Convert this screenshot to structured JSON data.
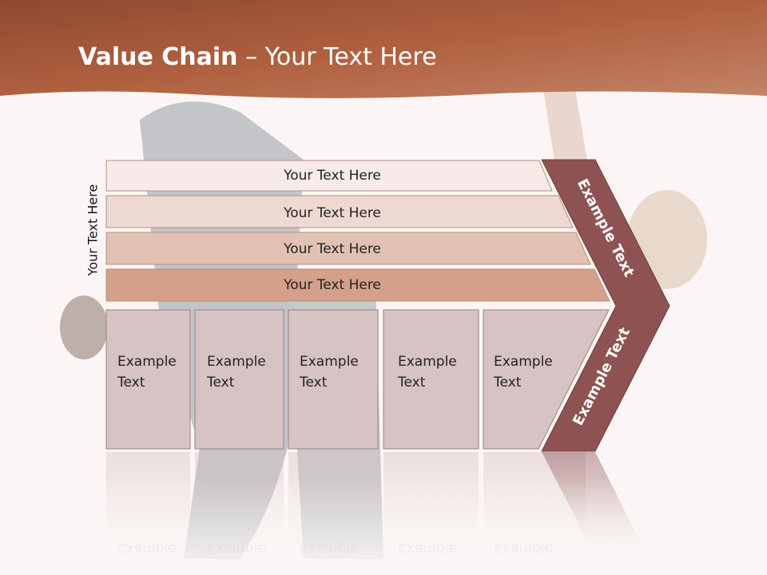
{
  "slide": {
    "title_bold": "Value Chain",
    "title_rest": " – Your Text Here",
    "side_label": "Your Text Here",
    "rows": [
      "Your Text Here",
      "Your Text Here",
      "Your Text Here",
      "Your Text Here"
    ],
    "boxes": [
      {
        "line1": "Example",
        "line2": "Text"
      },
      {
        "line1": "Example",
        "line2": "Text"
      },
      {
        "line1": "Example",
        "line2": "Text"
      },
      {
        "line1": "Example",
        "line2": "Text"
      },
      {
        "line1": "Example",
        "line2": "Text"
      }
    ],
    "chevron_top": "Example Text",
    "chevron_bottom": "Example Text"
  },
  "colors": {
    "header": "#a8583a",
    "row1": "#f6ebe8",
    "row2": "#edd9d2",
    "row3": "#e2c1b3",
    "row4": "#d4a089",
    "box": "#d7c3c3",
    "chevron": "#8f5253"
  }
}
